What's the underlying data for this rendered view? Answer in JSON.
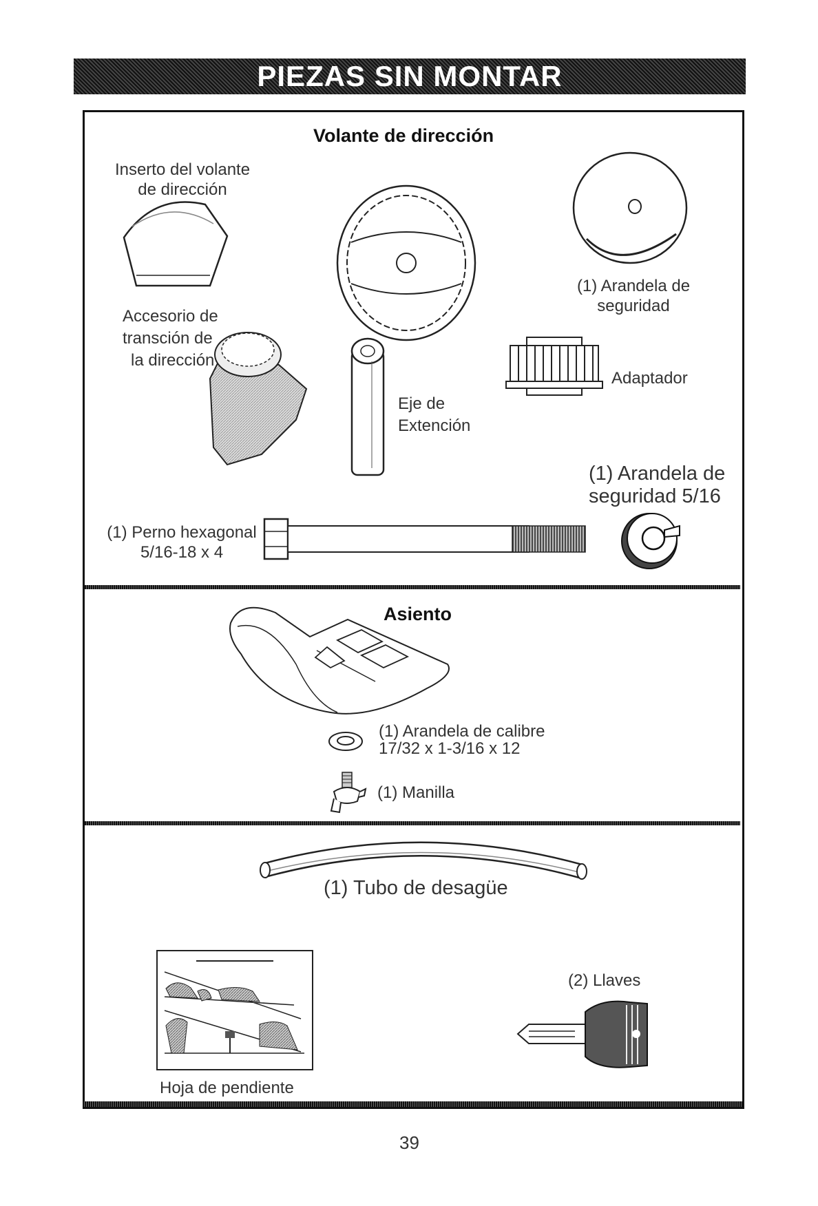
{
  "page": {
    "title": "PIEZAS SIN MONTAR",
    "page_number": "39"
  },
  "steering": {
    "heading": "Volante de dirección",
    "insert_label_1": "Inserto del volante",
    "insert_label_2": "de dirección",
    "accessory_label_1": "Accesorio de",
    "accessory_label_2": "transción de",
    "accessory_label_3": "la dirección",
    "washer_label_1": "(1) Arandela de",
    "washer_label_2": "seguridad",
    "adapter_label": "Adaptador",
    "shaft_label_1": "Eje de",
    "shaft_label_2": "Extención",
    "lock_washer_label_1": "(1) Arandela de",
    "lock_washer_label_2": "seguridad 5/16",
    "bolt_label_1": "(1) Perno hexagonal",
    "bolt_label_2": "5/16-18 x 4"
  },
  "seat": {
    "heading": "Asiento",
    "gauge_washer_label_1": "(1) Arandela de calibre",
    "gauge_washer_label_2": "17/32 x 1-3/16 x 12",
    "knob_label": "(1) Manilla"
  },
  "misc": {
    "drain_tube_label": "(1) Tubo de desagüe",
    "slope_sheet_label": "Hoja de pendiente",
    "keys_label": "(2) Llaves"
  }
}
